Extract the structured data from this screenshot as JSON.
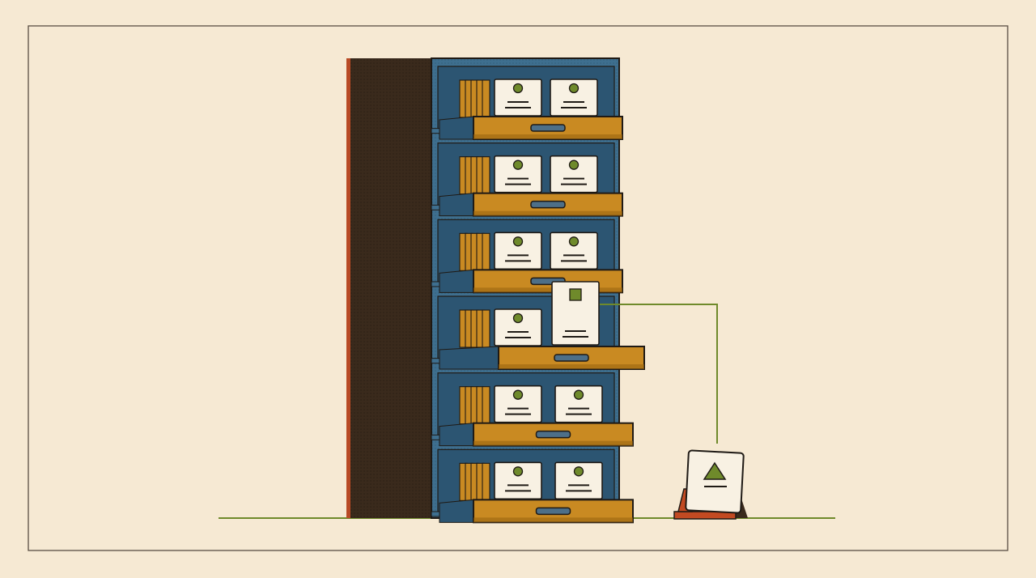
{
  "illustration": {
    "subject": "filing-cabinet-with-pulled-card",
    "colors": {
      "paper": "#f6e9d3",
      "frame": "#5a4f43",
      "cabinet_side": "#3a2a1c",
      "cabinet_side_edge": "#b84a25",
      "cabinet_front": "#3e6f8f",
      "cabinet_front_dark": "#2c5572",
      "drawer": "#c98a22",
      "drawer_dark": "#9b6511",
      "card": "#f8f1e3",
      "outline": "#1f1a15",
      "accent_green": "#6f8a2b",
      "stand_red": "#c24a22",
      "stand_dark": "#3a2a1c",
      "floor_line": "#6f8a2b",
      "handle": "#4d6f88"
    },
    "icons": {
      "card_mark": "person-dot-icon",
      "pulled_card_mark": "square-icon",
      "standee_mark": "triangle-icon"
    },
    "drawer_count": 6,
    "opened_drawer_index": 3
  }
}
